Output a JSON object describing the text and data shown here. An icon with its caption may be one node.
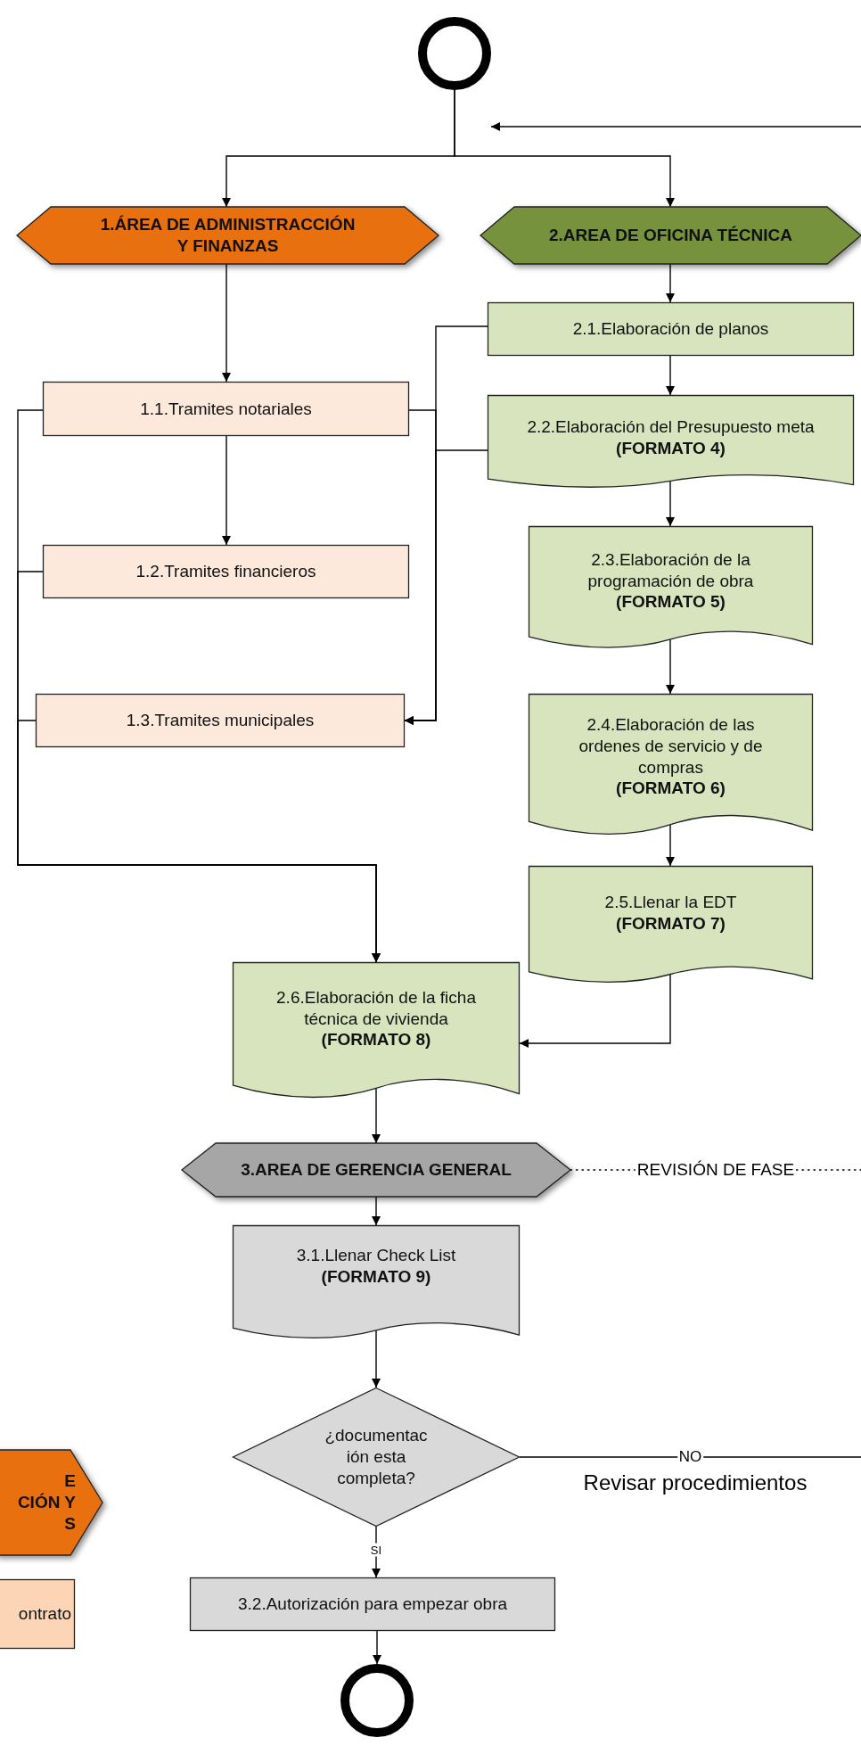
{
  "diagram": {
    "nodes": [
      {
        "text": [],
        "shape": "circle"
      },
      {
        "text": [
          "1.ÁREA DE ADMINISTRACCIÓN Y FINANZAS"
        ]
      },
      {
        "text": [
          "2.AREA DE OFICINA TÉCNICA"
        ]
      },
      {
        "text": [
          "2.1.Elaboración de planos"
        ]
      },
      {
        "text": [
          "1.1.Tramites notariales"
        ]
      },
      {
        "text": [
          "2.2.Elaboración del Presupuesto meta",
          "(FORMATO 4)"
        ]
      },
      {
        "text": [
          "1.2.Tramites financieros"
        ]
      },
      {
        "text": [
          "2.3.Elaboración de la programación de obra",
          "(FORMATO 5)"
        ]
      },
      {
        "text": [
          "1.3.Tramites municipales"
        ]
      },
      {
        "text": [
          "2.4.Elaboración de las ordenes de servicio y de compras",
          "(FORMATO 6)"
        ]
      },
      {
        "text": [
          "2.5.Llenar la EDT",
          "(FORMATO 7)"
        ]
      },
      {
        "text": [
          "2.6.Elaboración de la ficha técnica de vivienda",
          "(FORMATO 8)"
        ]
      },
      {
        "text": [
          "3.AREA DE GERENCIA GENERAL"
        ]
      },
      {
        "text": [
          "3.1.Llenar Check List",
          "(FORMATO 9)"
        ]
      },
      {
        "text": [
          "¿documentac ión esta completa?"
        ]
      },
      {
        "text": [
          "3.2.Autorización para empezar obra"
        ]
      },
      {
        "text": [],
        "shape": "circle"
      },
      {
        "text": [
          "E",
          "CIÓN Y",
          "S"
        ]
      },
      {
        "text": [
          "ontrato"
        ]
      }
    ],
    "edges": [
      {
        "from": 0,
        "to": 1,
        "arrow": "to"
      },
      {
        "from": 0,
        "to": 2,
        "arrow": "to"
      },
      {
        "from": 1,
        "to": 4,
        "arrow": "to"
      },
      {
        "from": 2,
        "to": 3,
        "arrow": "to"
      },
      {
        "from": 3,
        "to": 5,
        "arrow": "to"
      },
      {
        "from": 3,
        "to": 8,
        "arrow": "to"
      },
      {
        "from": 4,
        "to": 8,
        "arrow": "to"
      },
      {
        "from": 5,
        "to": 8,
        "arrow": "to"
      },
      {
        "from": 4,
        "to": 6,
        "arrow": "to"
      },
      {
        "from": 4,
        "to": 11,
        "arrow": "to"
      },
      {
        "from": 6,
        "to": 11,
        "arrow": "to"
      },
      {
        "from": 8,
        "to": 11,
        "arrow": "to"
      },
      {
        "from": 5,
        "to": 7,
        "arrow": "to"
      },
      {
        "from": 7,
        "to": 9,
        "arrow": "to"
      },
      {
        "from": 9,
        "to": 10,
        "arrow": "to"
      },
      {
        "from": 10,
        "to": 11,
        "arrow": "to"
      },
      {
        "from": 11,
        "to": 12,
        "arrow": "to"
      },
      {
        "from": 12,
        "to": null,
        "arrow": "none",
        "style": "dashed",
        "label": "REVISIÓN DE FASE"
      },
      {
        "from": 12,
        "to": 13,
        "arrow": "to"
      },
      {
        "from": 13,
        "to": 14,
        "arrow": "to"
      },
      {
        "from": 14,
        "to": 15,
        "arrow": "to",
        "label": "SI"
      },
      {
        "from": 15,
        "to": 16,
        "arrow": "to"
      },
      {
        "from": 14,
        "to": null,
        "arrow": "none",
        "label": "NO"
      },
      {
        "from": null,
        "to": 0,
        "arrow": "to"
      }
    ],
    "labels": [
      "Revisar procedimientos"
    ]
  }
}
